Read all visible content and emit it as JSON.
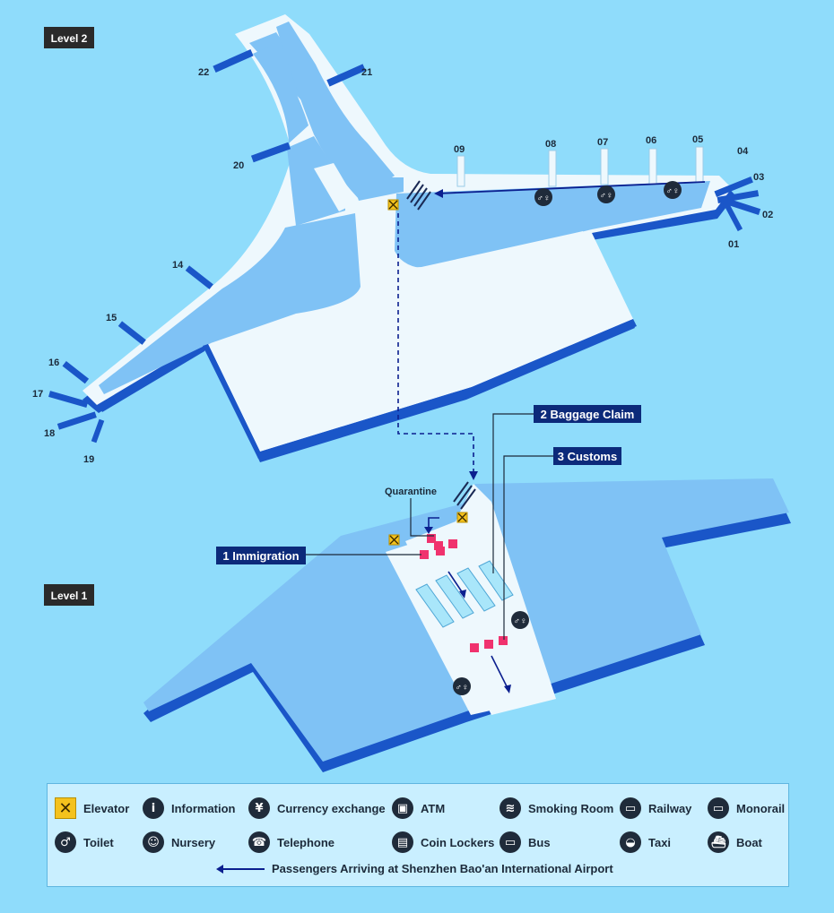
{
  "levels": {
    "level2": "Level 2",
    "level1": "Level 1"
  },
  "gates": {
    "g22": "22",
    "g21": "21",
    "g20": "20",
    "g09": "09",
    "g08": "08",
    "g07": "07",
    "g06": "06",
    "g05": "05",
    "g04": "04",
    "g03": "03",
    "g02": "02",
    "g01": "01",
    "g14": "14",
    "g15": "15",
    "g16": "16",
    "g17": "17",
    "g18": "18",
    "g19": "19"
  },
  "callouts": {
    "immigration": "1 Immigration",
    "baggage": "2 Baggage Claim",
    "customs": "3 Customs",
    "quarantine": "Quarantine"
  },
  "legend": {
    "elevator": "Elevator",
    "information": "Information",
    "currency": "Currency exchange",
    "atm": "ATM",
    "smoking": "Smoking Room",
    "railway": "Railway",
    "monorail": "Monorail",
    "toilet": "Toilet",
    "nursery": "Nursery",
    "telephone": "Telephone",
    "lockers": "Coin Lockers",
    "bus": "Bus",
    "taxi": "Taxi",
    "boat": "Boat",
    "arrival_route": "Passengers Arriving at Shenzhen Bao'an International Airport"
  },
  "colors": {
    "background": "#8fdcfb",
    "floor_light": "#eef8fd",
    "floor_blue": "#7fc2f5",
    "wall_dark": "#1a56c8",
    "route": "#0b1f8f",
    "desk_pink": "#f0326e",
    "belt": "#a9e6fa",
    "elevator": "#f4c21d",
    "tag_dark": "#2a2a2a",
    "callout_navy": "#0c2a7a"
  },
  "icons": {
    "elevator": "elevator-icon",
    "information": "information-icon",
    "currency": "currency-exchange-icon",
    "atm": "atm-icon",
    "smoking": "smoking-room-icon",
    "railway": "railway-icon",
    "monorail": "monorail-icon",
    "toilet": "toilet-icon",
    "nursery": "nursery-icon",
    "telephone": "telephone-icon",
    "lockers": "coin-lockers-icon",
    "bus": "bus-icon",
    "taxi": "taxi-icon",
    "boat": "boat-icon"
  }
}
